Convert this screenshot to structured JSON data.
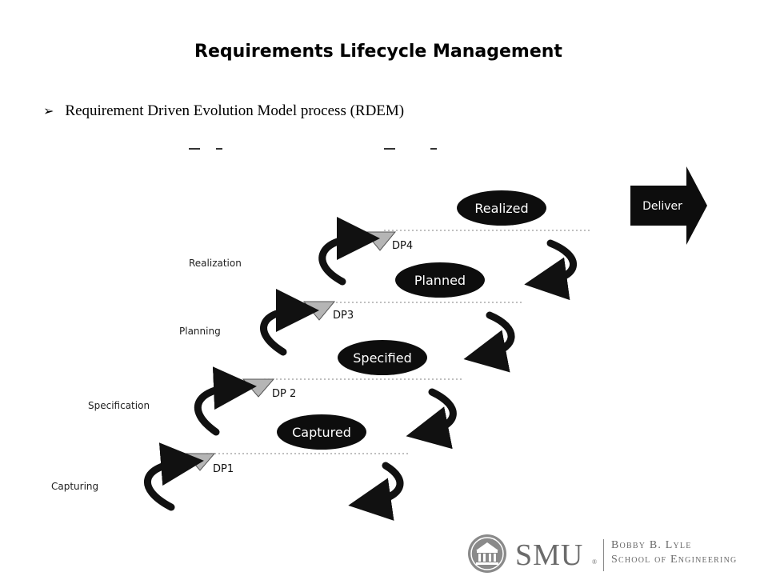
{
  "slide": {
    "title": "Requirements Lifecycle Management",
    "bullet": "Requirement Driven Evolution Model process (RDEM)"
  },
  "diagram": {
    "stages": [
      "Capturing",
      "Specification",
      "Planning",
      "Realization"
    ],
    "states": [
      "Captured",
      "Specified",
      "Planned",
      "Realized"
    ],
    "decision_points": [
      "DP1",
      "DP 2",
      "DP3",
      "DP4"
    ],
    "deliver": "Deliver"
  },
  "footer": {
    "logo_text": "SMU",
    "logo_mark": "®",
    "school_line1": "Bobby B. Lyle",
    "school_line2": "School of Engineering"
  }
}
